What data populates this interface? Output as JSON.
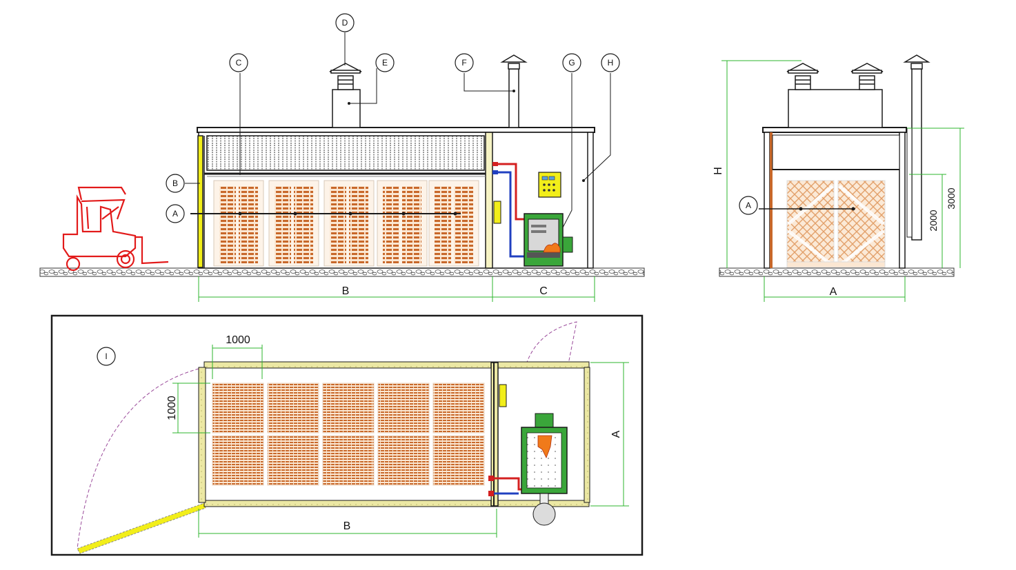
{
  "side_view": {
    "callouts": {
      "A": "A",
      "B": "B",
      "C": "C",
      "D": "D",
      "E": "E",
      "F": "F",
      "G": "G",
      "H": "H"
    },
    "dim_B": "B",
    "dim_C": "C"
  },
  "front_view": {
    "callout_A": "A",
    "dim_H": "H",
    "dim_A": "A",
    "dim_3000": "3000",
    "dim_2000": "2000"
  },
  "plan_view": {
    "callout_I": "I",
    "dim_1000_h": "1000",
    "dim_1000_v": "1000",
    "dim_A": "A",
    "dim_B": "B"
  },
  "colors": {
    "dimension": "#2db52d",
    "wood": "#c8682a",
    "frame": "#1a1a1a",
    "insulation": "#e8e29a",
    "yellow": "#f2ee1a",
    "boiler": "#3aa63a",
    "hot_pipe": "#d42020",
    "cold_pipe": "#2040c0",
    "forklift": "#e21a1a",
    "door_arc": "#9a4a9a"
  },
  "icons": [
    "forklift-icon",
    "chimney-icon",
    "boiler-icon",
    "control-panel-icon",
    "flame-icon",
    "fan-icon"
  ]
}
